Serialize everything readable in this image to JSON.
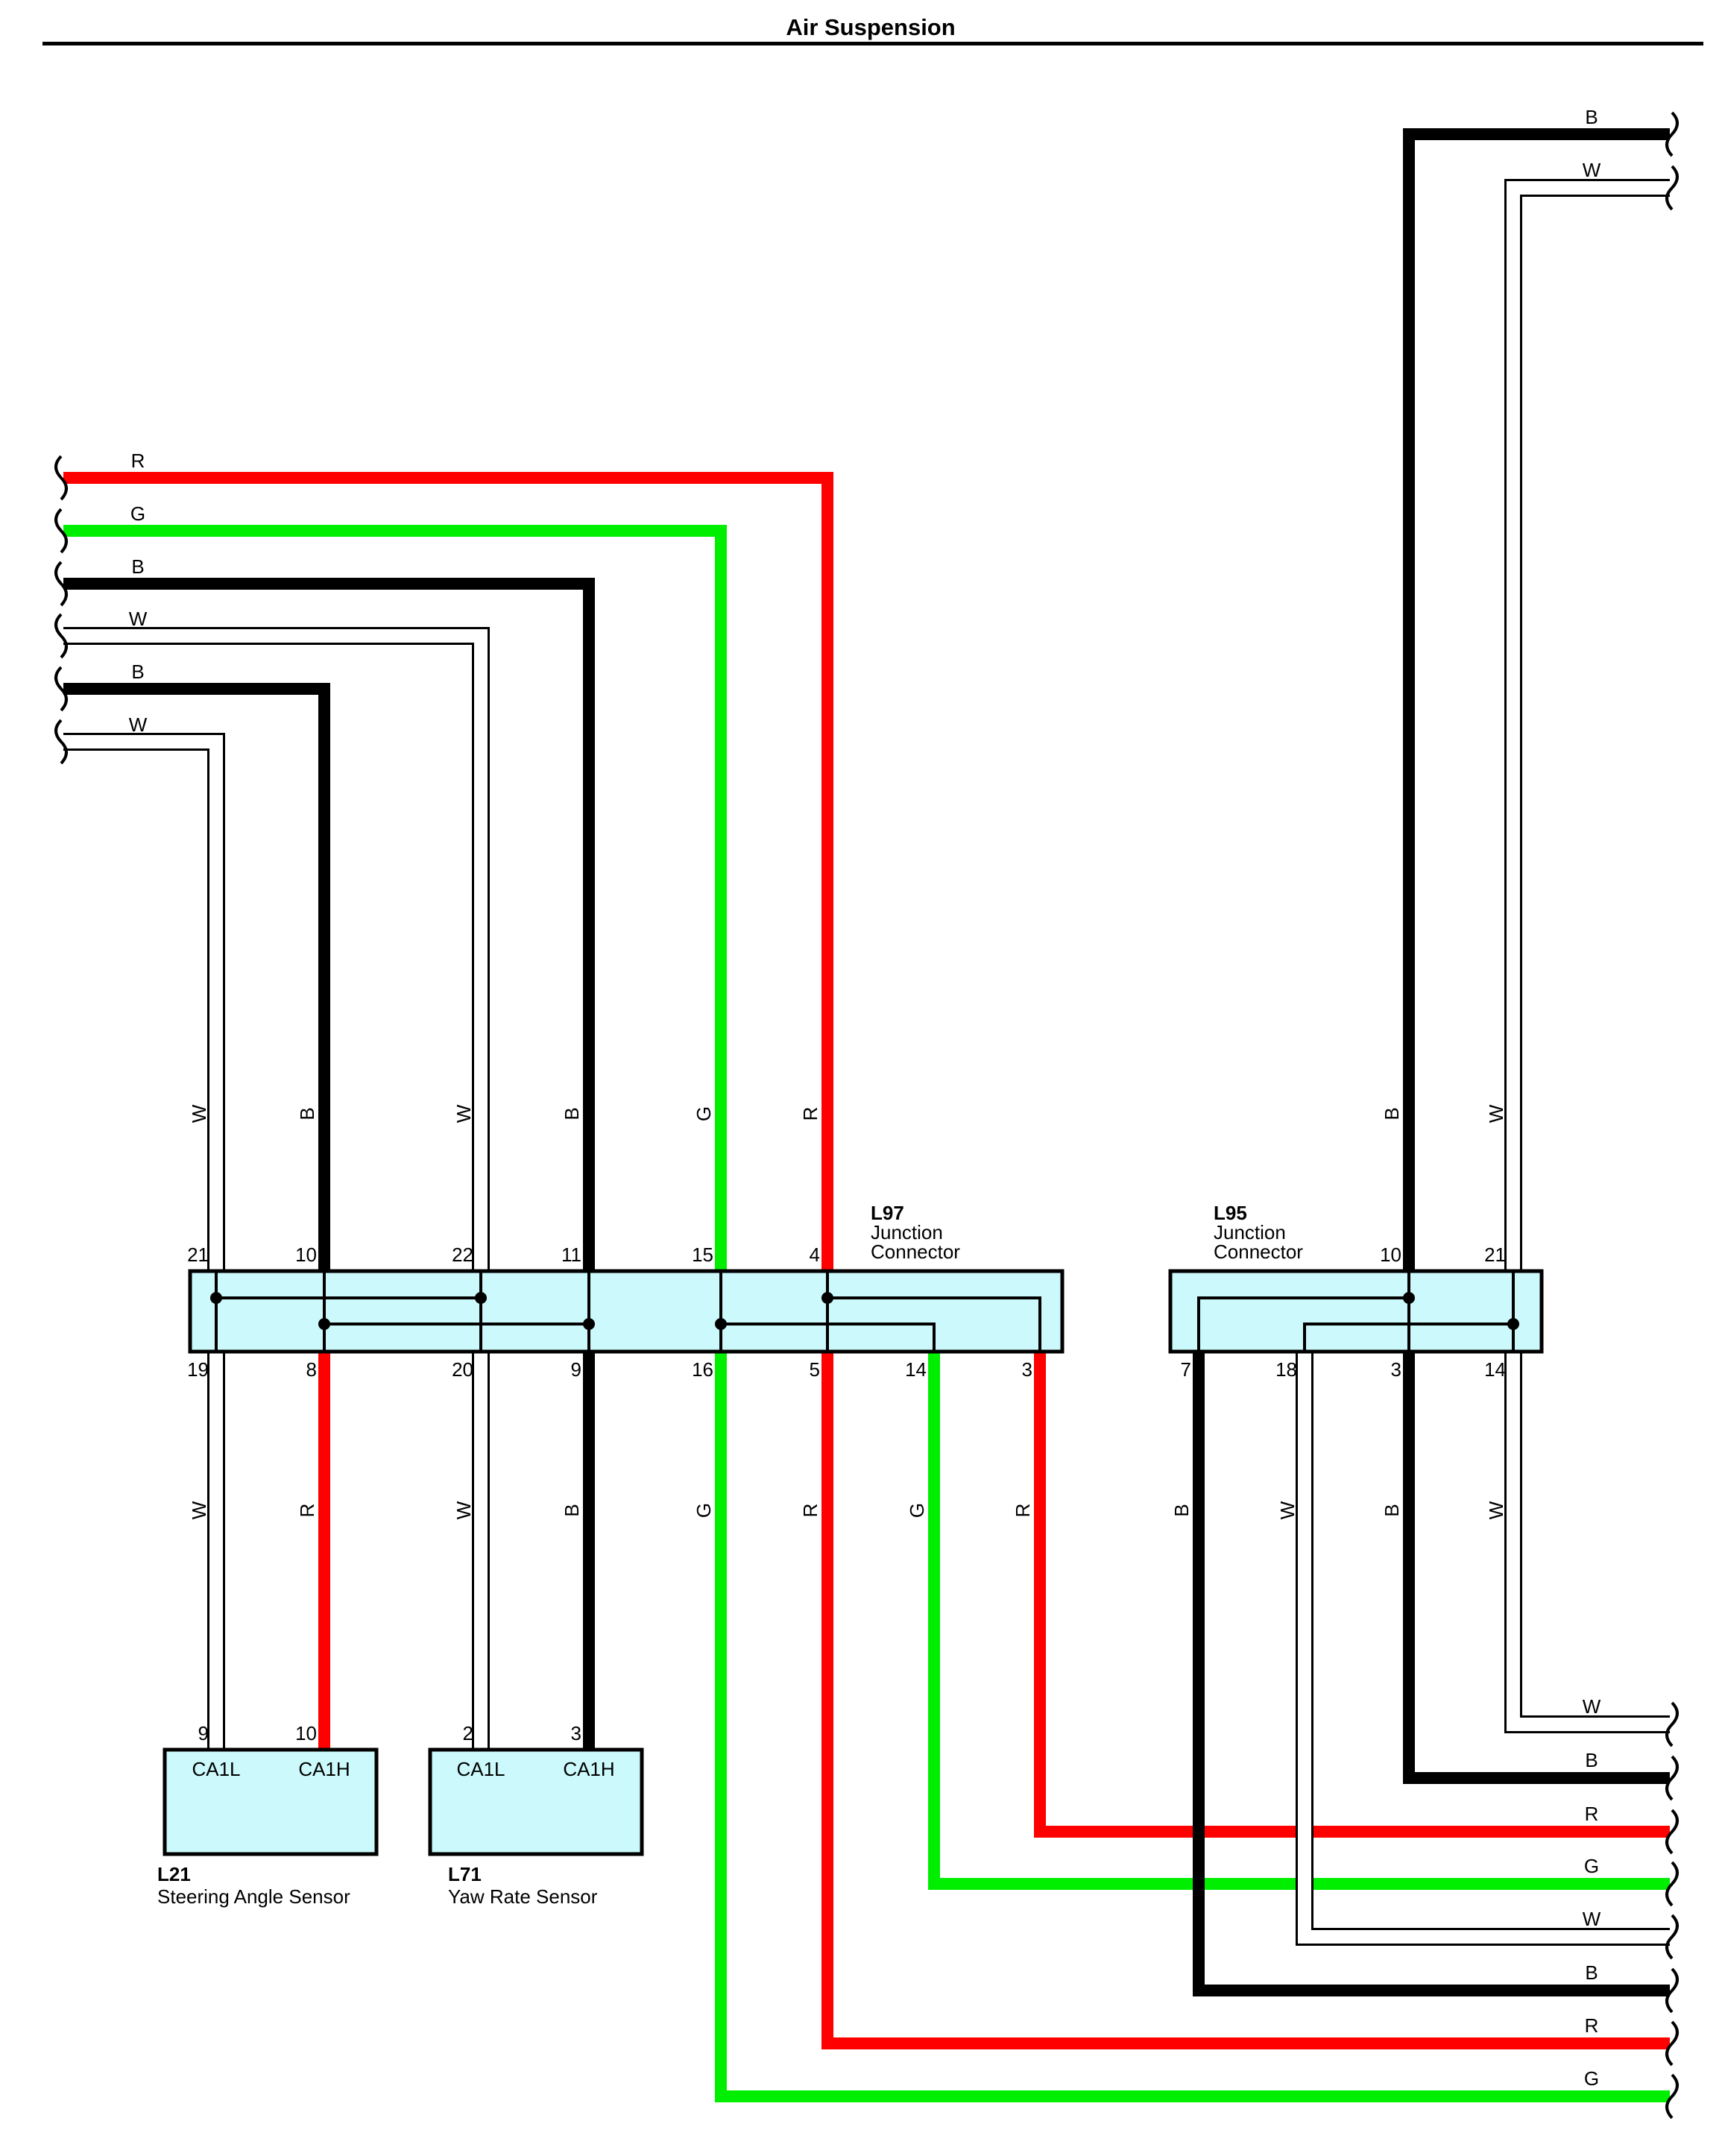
{
  "title": "Air Suspension",
  "colors": {
    "R": "#ff0000",
    "G": "#00ee00",
    "B": "#000000",
    "W": "#ffffff",
    "box": "#ccf9fb"
  },
  "left_wire_labels": [
    "R",
    "G",
    "B",
    "W",
    "B",
    "W"
  ],
  "right_top_labels": [
    "B",
    "W"
  ],
  "right_bottom_labels": [
    "W",
    "B",
    "R",
    "G",
    "W",
    "B",
    "R",
    "G"
  ],
  "connectors": {
    "l97": {
      "id": "L97",
      "name_line1": "Junction",
      "name_line2": "Connector",
      "top_pins": [
        "21",
        "10",
        "22",
        "11",
        "15",
        "4"
      ],
      "top_colors": [
        "W",
        "B",
        "W",
        "B",
        "G",
        "R"
      ],
      "bottom_pins": [
        "19",
        "8",
        "20",
        "9",
        "16",
        "5",
        "14",
        "3"
      ],
      "bottom_colors": [
        "W",
        "R",
        "W",
        "B",
        "G",
        "R",
        "G",
        "R"
      ]
    },
    "l95": {
      "id": "L95",
      "name_line1": "Junction",
      "name_line2": "Connector",
      "top_pins": [
        "10",
        "21"
      ],
      "top_colors": [
        "B",
        "W"
      ],
      "bottom_pins": [
        "7",
        "18",
        "3",
        "14"
      ],
      "bottom_colors": [
        "B",
        "W",
        "B",
        "W"
      ]
    },
    "l21": {
      "id": "L21",
      "name": "Steering Angle Sensor",
      "pins": [
        "9",
        "10"
      ],
      "terminals": [
        "CA1L",
        "CA1H"
      ]
    },
    "l71": {
      "id": "L71",
      "name": "Yaw Rate Sensor",
      "pins": [
        "2",
        "3"
      ],
      "terminals": [
        "CA1L",
        "CA1H"
      ]
    }
  }
}
